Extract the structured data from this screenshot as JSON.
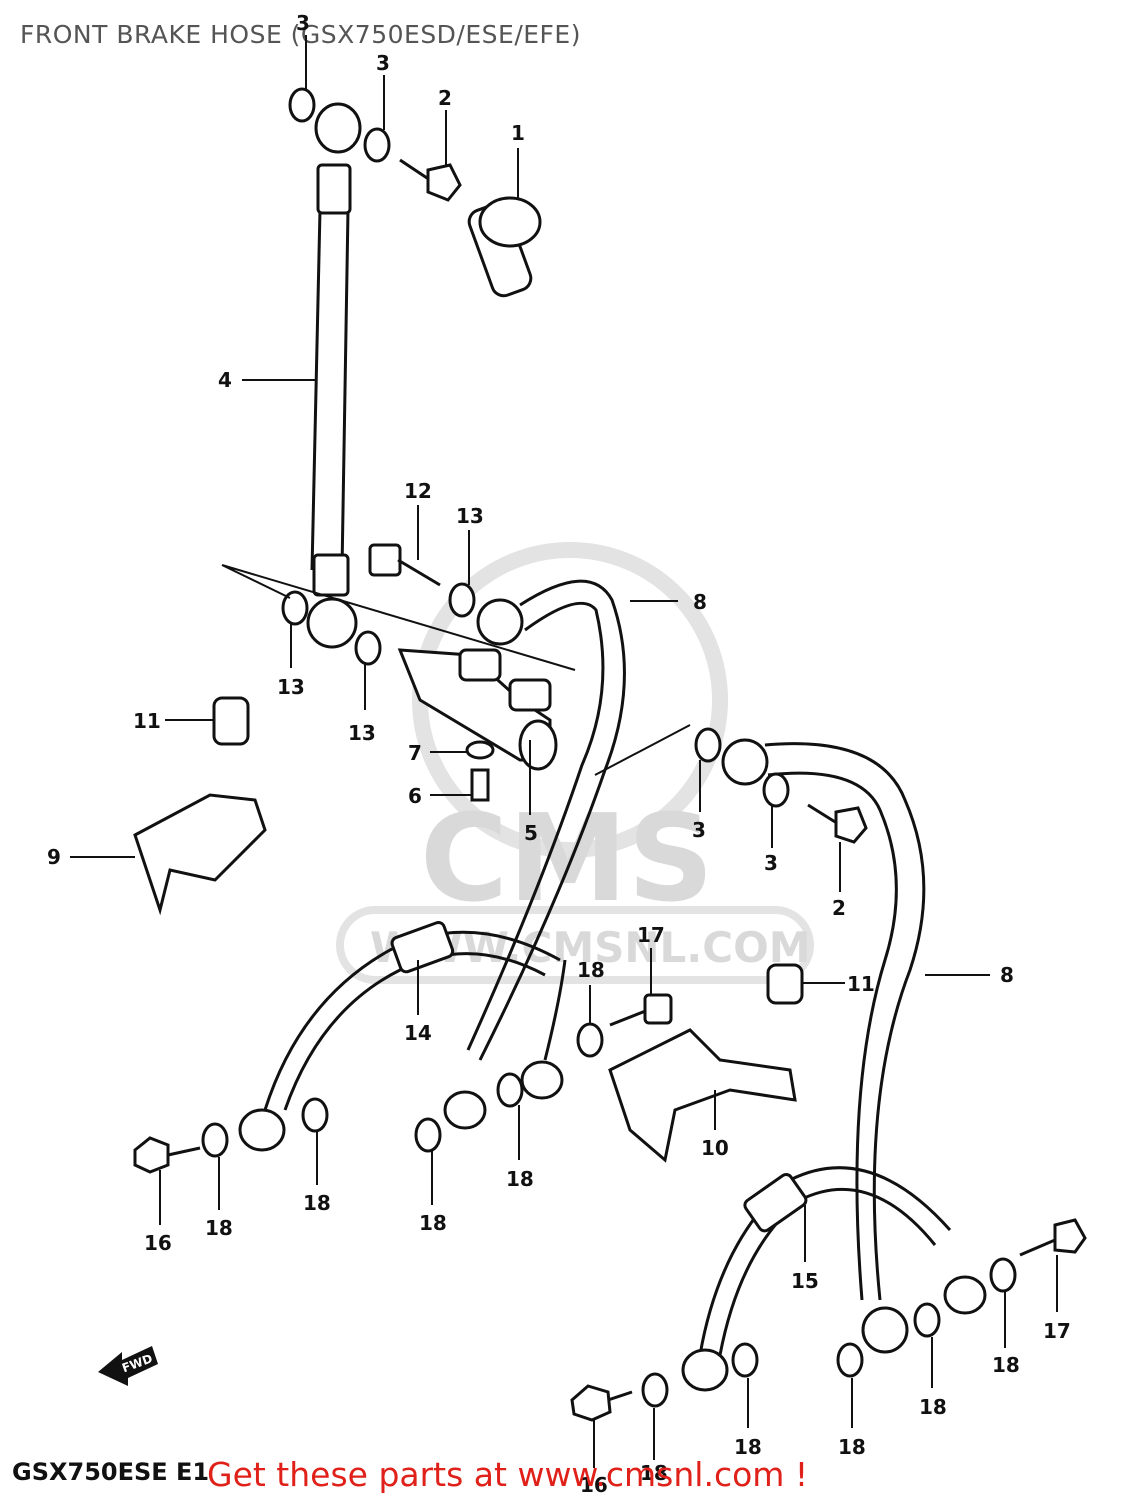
{
  "title": "FRONT BRAKE HOSE (GSX750ESD/ESE/EFE)",
  "model_code": "GSX750ESE  E1",
  "cta": "Get these parts at www.cmsnl.com !",
  "watermark": {
    "logo": "CMS",
    "url": "WWW.CMSNL.COM"
  },
  "fwd_label": "FWD",
  "callouts": {
    "c3a": "3",
    "c3b": "3",
    "c2a": "2",
    "c1": "1",
    "c4": "4",
    "c12": "12",
    "c13a": "13",
    "c8a": "8",
    "c13b": "13",
    "c13c": "13",
    "c11a": "11",
    "c7": "7",
    "c6": "6",
    "c5": "5",
    "c3c": "3",
    "c3d": "3",
    "c2b": "2",
    "c9": "9",
    "c17a": "17",
    "c18a": "18",
    "c14": "14",
    "c11b": "11",
    "c8b": "8",
    "c10": "10",
    "c16a": "16",
    "c18b": "18",
    "c18c": "18",
    "c18d": "18",
    "c18e": "18",
    "c15": "15",
    "c17b": "17",
    "c18f": "18",
    "c18g": "18",
    "c18h": "18",
    "c18i": "18",
    "c18j": "18",
    "c16b": "16"
  },
  "colors": {
    "title": "#555555",
    "cta": "#e0211a",
    "ink": "#111111",
    "watermark": "#d9d9d9"
  }
}
